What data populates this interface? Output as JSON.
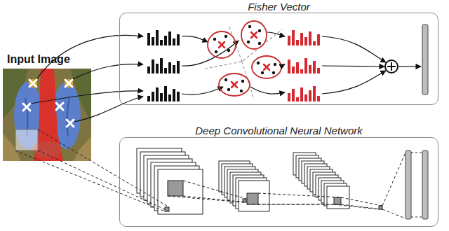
{
  "diagram": {
    "nodes": [
      {
        "text": [
          "Fisher Vector"
        ]
      },
      {
        "text": [
          "Deep Convolutional Neural Network"
        ]
      }
    ],
    "labels": [
      "Input Image"
    ]
  }
}
